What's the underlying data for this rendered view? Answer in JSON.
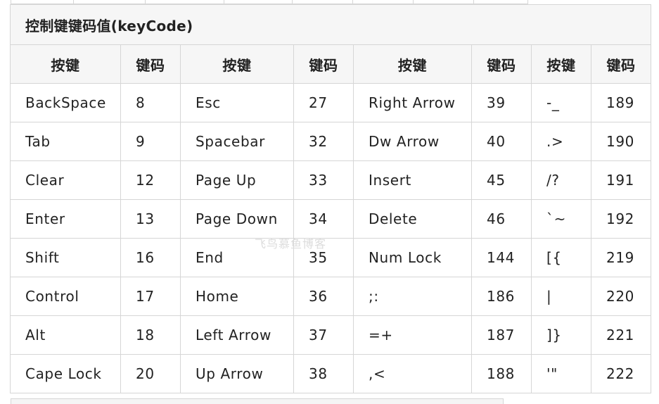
{
  "table": {
    "caption": "控制键键码值(keyCode)",
    "headers": [
      "按键",
      "键码",
      "按键",
      "键码",
      "按键",
      "键码",
      "按键",
      "键码"
    ],
    "rows": [
      [
        "BackSpace",
        "8",
        "Esc",
        "27",
        "Right Arrow",
        "39",
        "-_",
        "189"
      ],
      [
        "Tab",
        "9",
        "Spacebar",
        "32",
        "Dw Arrow",
        "40",
        ".>",
        "190"
      ],
      [
        "Clear",
        "12",
        "Page Up",
        "33",
        "Insert",
        "45",
        "/?",
        "191"
      ],
      [
        "Enter",
        "13",
        "Page Down",
        "34",
        "Delete",
        "46",
        "`~",
        "192"
      ],
      [
        "Shift",
        "16",
        "End",
        "35",
        "Num Lock",
        "144",
        "[{",
        "219"
      ],
      [
        "Control",
        "17",
        "Home",
        "36",
        ";:",
        "186",
        "|",
        "220"
      ],
      [
        "Alt",
        "18",
        "Left Arrow",
        "37",
        "=+",
        "187",
        "]}",
        "221"
      ],
      [
        "Cape Lock",
        "20",
        "Up Arrow",
        "38",
        ",<",
        "188",
        "'\"",
        "222"
      ]
    ]
  },
  "watermark": "飞鸟慕鱼博客"
}
